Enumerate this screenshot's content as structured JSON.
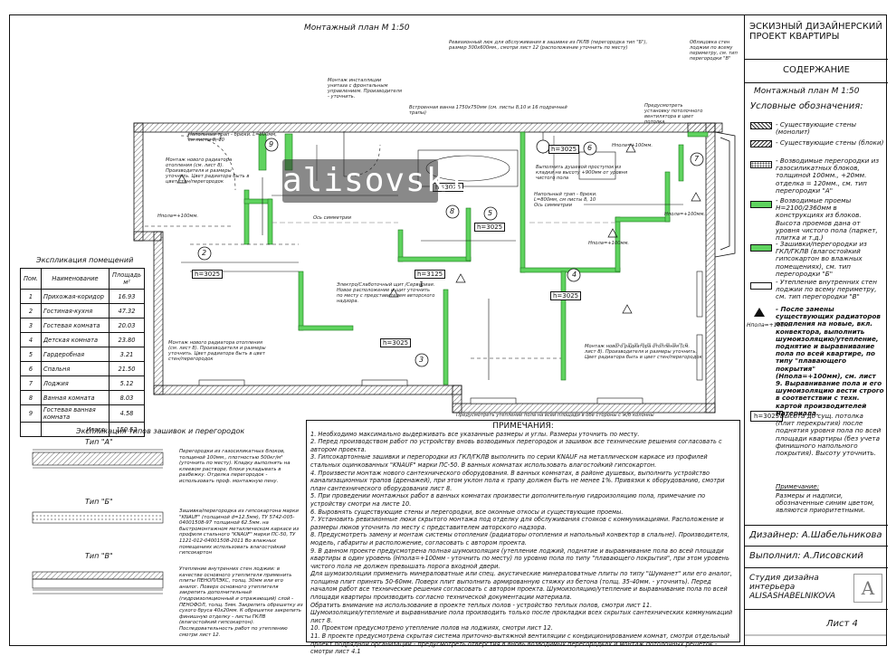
{
  "plan": {
    "title": "Монтажный план М 1:50",
    "logo": "alisovski",
    "rooms": [
      {
        "num": "1",
        "height": "h=3125"
      },
      {
        "num": "2",
        "height": "h=3025"
      },
      {
        "num": "3",
        "height": "h=3025"
      },
      {
        "num": "4",
        "height": "h=3025"
      },
      {
        "num": "5",
        "height": "h=3025"
      },
      {
        "num": "6",
        "height": "h=3025"
      },
      {
        "num": "7",
        "height": ""
      },
      {
        "num": "8",
        "height": "h=3025"
      },
      {
        "num": "9",
        "height": ""
      }
    ],
    "labels": {
      "floor_level": "Нпола=+100мм.",
      "radiator_note": "Монтаж нового радиатора отопления (см. лист 8). Производителя и размеры уточнить. Цвет радиатора быть в цвет стен/перегородок",
      "sym_axis": "Ось симметрии",
      "wall_note": "Облицовка стен лоджии по всему периметру, см. тип перегородки \"В\"",
      "bath_note": "Выполнить душевой проступок из кладки на высоту +900мм от уровня чистого пола",
      "panel_note": "Электро/Слаботочный щит /Сервериая. Новое расположение и щит уточнить по месту с представителем авторского надзора.",
      "install_note": "Монтаж инсталляции унитаза с фронтальным управлением. Производителя - уточнить.",
      "tray_note": "Напольный трап - брюки. L=800мм, см листы 8, 10",
      "box_note": "Ревизионный люк для обслуживания в зашивке из ГКЛВ (перегородка тип \"Б\"), размер 300х600мм., смотри лист 12 (расположение уточнить по месту)",
      "niche_note": "Встроенная ванна 1750х750мм (см. листы 8,10 и 16 подрачный трапы)",
      "ceiling_note": "Предусмотреть установку потолочного вентилятора в цвет потолка",
      "heating_note": "Предусмотреть утепление пола на всей площади в обе стороны с ж/б колонны"
    }
  },
  "room_table": {
    "title": "Экспликация помещений",
    "headers": [
      "Пом.",
      "Наименование",
      "Площадь м²"
    ],
    "rows": [
      [
        "1",
        "Прихожая-коридор",
        "16.93"
      ],
      [
        "2",
        "Гостиная-кухня",
        "47.32"
      ],
      [
        "3",
        "Гостевая комната",
        "20.03"
      ],
      [
        "4",
        "Детская комната",
        "23.80"
      ],
      [
        "5",
        "Гардеробная",
        "3.21"
      ],
      [
        "6",
        "Спальня",
        "21.50"
      ],
      [
        "7",
        "Лоджия",
        "5.12"
      ],
      [
        "8",
        "Ванная комната",
        "8.03"
      ],
      [
        "9",
        "Гостевая ванная комната",
        "4.58"
      ],
      [
        "",
        "Итого:",
        "150.52"
      ]
    ]
  },
  "partitions": {
    "title": "Экспликация типов зашивок и перегородок",
    "types": [
      {
        "label": "Тип \"А\"",
        "desc": "Перегородки из газосиликатных блоков, толщиной 100мм., плотностью 500кг/м³ (уточнить по месту). Кладку выполнять на клеевом растворе, блоки укладывать в разбежку. Отделка перегородок - использовать проф. монтажную пену."
      },
      {
        "label": "Тип \"Б\"",
        "desc": "Зашивка/перегородка из гипсокартона марки \"KNAUF\" (толщиной d=12.5мм), ТУ 5742-005-04001508-97 толщиной 62.5мм. на быстромонтажном металлическом каркасе из профиля стального \"KNAUF\" марки ПС-50, ТУ 1121-012-04001508-2011 Во влажных помещениях использовать влагостойкий гипсокартон"
      },
      {
        "label": "Тип \"В\"",
        "desc": "Утепление внутренних стен лоджии: в качестве основного утеплителя применить плиты ПЕНОПЛЭКС, толщ. 30мм или его аналог. Поверх основного утеплителя закрепить дополнительный (гидроизоляционный и отражающий) слой - ПЕНОФОЛ, толщ. 5мм. Закрепить обрешетку из сухого бруса 40х20мм. К обрешетке закрепить финишную отделку - листы ГКЛВ (влагостойкий гипсокартон). Последовательность работ по утеплению смотри лист 12."
      }
    ]
  },
  "notes": {
    "title": "ПРИМЕЧАНИЯ:",
    "items": [
      "1. Необходимо максимально выдерживать все указанные размеры и углы. Размеры уточнить по месту.",
      "2. Перед производством работ по устройству вновь возводимых перегородок и зашивок все технические решения согласовать с автором проекта.",
      "3. Гипсокартонные зашивки и перегородки из ГКЛ/ГКЛВ выполнить по серии KNAUF на металлическом каркасе из профилей стальных оцинкованных \"KNAUF\" марки ПС-50. В ванных комнатах использовать влагостойкий гипсокартон.",
      "4. Произвести монтаж нового сантехнического оборудования. В ванных комнатах, в районе душевых, выполнить устройство канализационных трапов (дренажей), при этом уклон пола к трапу должен быть не менее 1%. Привязки к оборудованию, смотри план сантехнического оборудования лист 8.",
      "5. При проведении монтажных работ в ванных комнатах произвести дополнительную гидроизоляцию пола, примечание по устройству смотри на листе 10.",
      "6. Выровнять существующие стены и перегородки, все оконные откосы и существующие проемы.",
      "7. Установить ревизионные люки скрытого монтажа под отделку для обслуживания стояков с коммуникациями. Расположение и размеры люков уточнить по месту с представителем авторского надзора.",
      "8. Предусмотреть замену и монтаж системы отопления (радиаторы отопления и напольный конвектор в спальне). Производителя, модель, габариты и расположение, согласовать с автором проекта.",
      "9. В данном проекте предусмотрена полная шумоизоляция (утепление лоджий, поднятие и выравнивание пола во всей площади квартиры в один уровень (Нпола=+100мм - уточнить по месту) по уровню пола по типу \"плавающего покрытия\", при этом уровень чистого пола не должен превышать порога входной двери.",
      "Для шумоизоляции применить минераловатные или спец. акустические минераловатные плиты по типу \"Шуманет\" или его аналог, толщина плит принять 50-60мм. Поверх плит выполнить армированную стяжку из бетона (толщ. 35-40мм. - уточнить). Перед началом работ все технические решения согласовать с автором проекта. Шумоизоляцию/утепление и выравнивание пола по всей площади квартиры производить согласно технической документации материала.",
      "Обратить внимание на использование в проекте теплых полов - устройство теплых полов, смотри лист 11.",
      "Шумоизоляция/утепление и выравнивание пола производить только после прокладки всех скрытых сантехнических коммуникаций лист 8.",
      "10. Проектом предусмотрено утепление полов на лоджиях, смотри лист 12.",
      "11. В проекте предусмотрена скрытая система приточно-вытяжной вентиляции с кондиционированием комнат, смотри отдельный проект подрядной организации - предусмотреть отверстия в вновь возводимых перегородках и монтаж потолочных решеток - смотри лист 4.1"
    ]
  },
  "title_block": {
    "project": "ЭСКИЗНЫЙ ДИЗАЙНЕРСКИЙ ПРОЕКТ КВАРТИРЫ",
    "section": "СОДЕРЖАНИЕ",
    "sheet_name": "Монтажный план М 1:50",
    "legend_title": "Условные обозначения:",
    "legend": [
      {
        "text": "- Существующие стены (монолит)",
        "color": "#ffffff",
        "pattern": "hatch"
      },
      {
        "text": "- Существующие стены (блоки)",
        "color": "#ffffff",
        "pattern": "hatch2"
      },
      {
        "text": "- Возводимые перегородки из газосиликатных блоков, толщиной 100мм., +20мм. отделка = 120мм., см. тип перегородки \"А\"",
        "color": "#ffffff",
        "pattern": "dots"
      },
      {
        "text": "- Возводимые проемы Н=2100/2360мм в конструкциях из блоков. Высота проемов дана от уровня чистого пола (паркет, плитка и т.д.)",
        "color": "#5fd35f",
        "pattern": "green"
      },
      {
        "text": "- Зашивки/перегородки из ГКЛ/ГКЛВ (влагостойкий гипсокартон во влажных помещениях), см. тип перегородки \"Б\"",
        "color": "#5fd35f",
        "pattern": "green"
      },
      {
        "text": "- Утепление внутренних стен лоджии по всему периметру, см. тип перегородки \"В\"",
        "color": "#ffffff",
        "pattern": "line"
      },
      {
        "text": "- После замены существующих радиаторов отопления на новые, вкл. конвектора, выполнить шумоизоляцию/утепление, поднятие и выравнивание пола по всей квартире, по типу \"плавающего покрытия\" (Нпола=+100мм), см. лист 9. Выравнивание пола и его шумоизоляцию вести строго в соответствии с техн. картой производителей материала.",
        "color": "",
        "pattern": "floor"
      },
      {
        "text": "- Высота до сущ. потолка (плит перекрытия) после поднятия уровня пола по всей площади квартиры (без учета финишного напольного покрытия). Высоту уточнить.",
        "color": "",
        "pattern": "h"
      }
    ],
    "floor_mark": "Нпола=+100мм",
    "h_mark": "h=3025",
    "remark_title": "Примечание:",
    "remark": "Размеры и надписи, обозначенные синим цветом, являются приоритетными.",
    "designer": "Дизайнер: А.Шабельникова",
    "executor": "Выполнил: А.Лисовский",
    "studio": "Студия дизайна интерьера ALISASHABELNIKOVA",
    "sheet": "Лист 4"
  }
}
